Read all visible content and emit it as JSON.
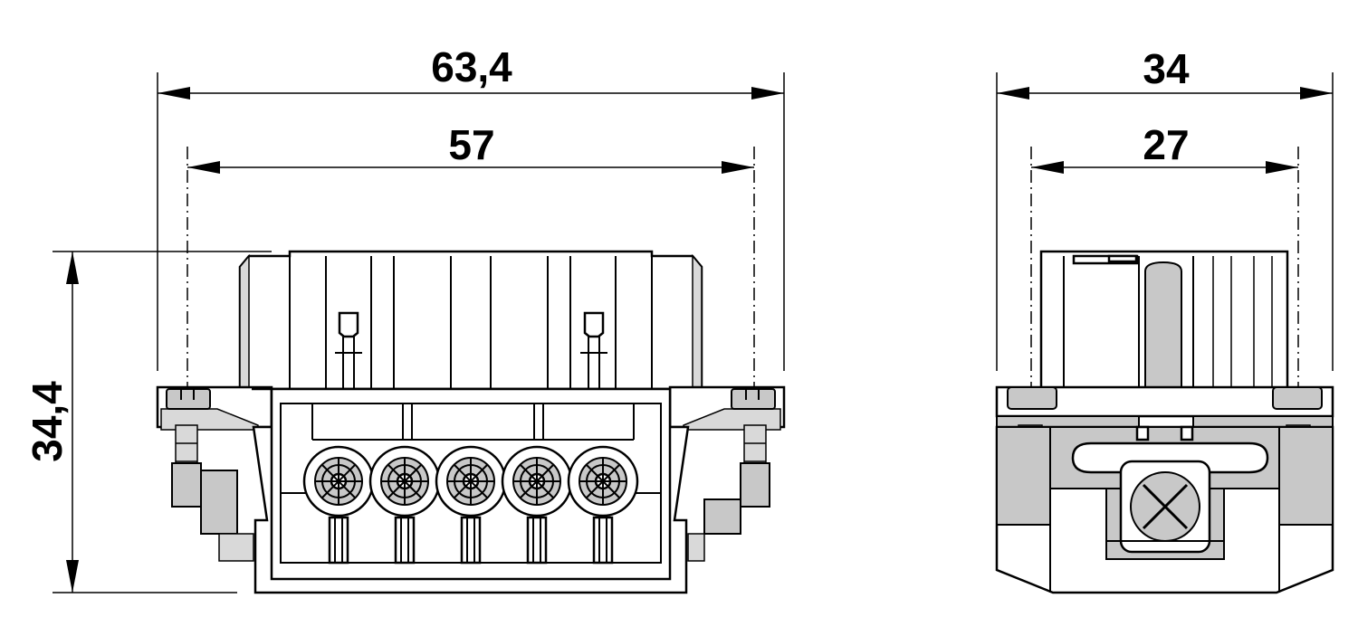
{
  "dimensions": {
    "front_overall_width": "63,4",
    "front_pin_spacing": "57",
    "front_height": "34,4",
    "side_overall_width": "34",
    "side_pin_spacing": "27"
  },
  "views": [
    "front-view",
    "side-view"
  ],
  "colors": {
    "line": "#000000",
    "fill_grey": "#c8c8c8",
    "background": "#ffffff"
  }
}
